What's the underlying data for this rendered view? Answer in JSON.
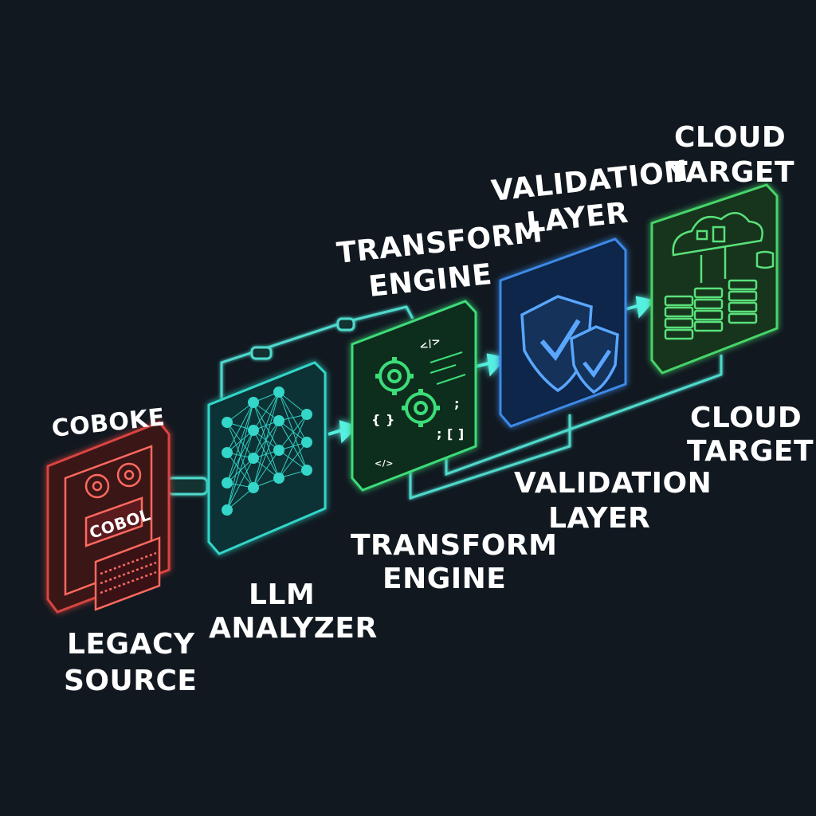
{
  "colors": {
    "background": "#111820",
    "legacy": "#d9453f",
    "analyzer": "#33d6c9",
    "transform": "#3ddc7a",
    "validation": "#3d8ae8",
    "cloud": "#46d46a",
    "connector": "#57f0e0"
  },
  "labels": {
    "legacy_top": "COBOKE",
    "legacy_chip": "COBOL",
    "legacy_bottom_1": "LEGACY",
    "legacy_bottom_2": "SOURCE",
    "analyzer_1": "LLM",
    "analyzer_2": "ANALYZER",
    "transform_top_1": "TRANSFORM",
    "transform_top_2": "ENGINE",
    "transform_bottom_1": "TRANSFORM",
    "transform_bottom_2": "ENGINE",
    "validation_top_1": "VALIDATION",
    "validation_top_2": "LAYER",
    "validation_bottom_1": "VALIDATION",
    "validation_bottom_2": "LAYER",
    "cloud_top_1": "CLOUD",
    "cloud_top_2": "TARGET",
    "cloud_bottom_1": "CLOUD",
    "cloud_bottom_2": "TARGET"
  },
  "code_glyphs": {
    "tag": "</>",
    "braces": "{ }",
    "semicolon": ";",
    "brackets": "; [ ]",
    "small_tag": "</>"
  },
  "icons": [
    "tape-drive-icon",
    "neural-network-icon",
    "gears-icon",
    "shield-check-icon",
    "cloud-server-icon"
  ]
}
